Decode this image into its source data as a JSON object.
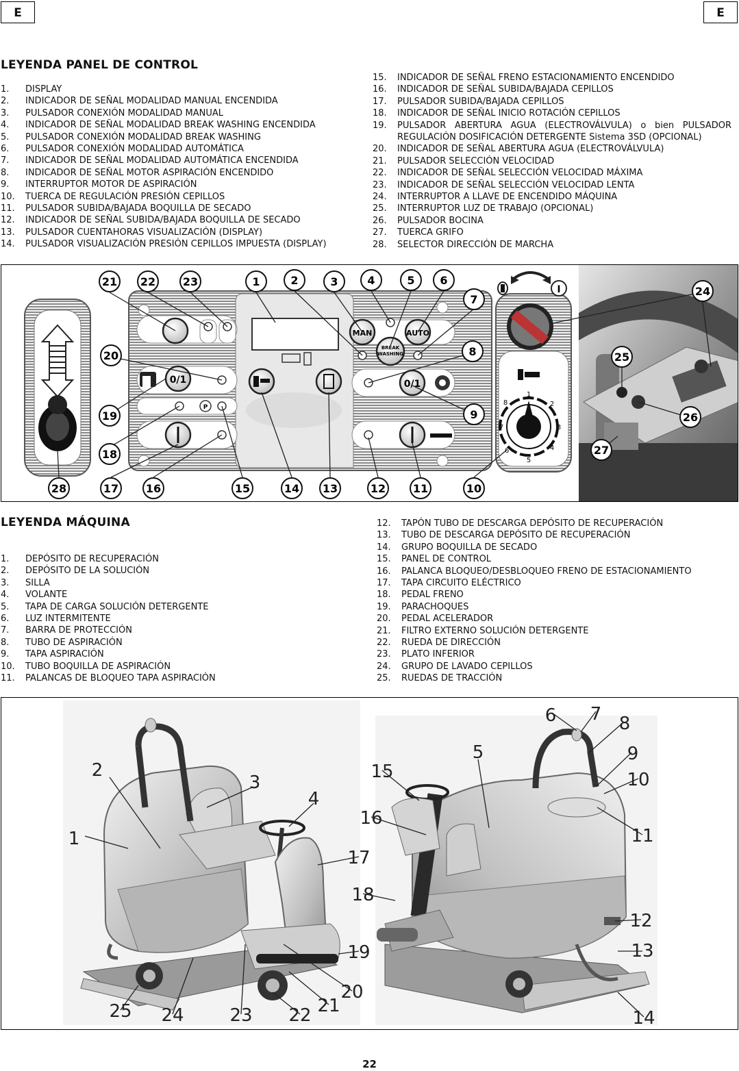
{
  "header": {
    "lang_left": "E",
    "lang_right": "E"
  },
  "control_panel": {
    "title": "LEYENDA PANEL DE CONTROL",
    "left_items": [
      {
        "n": "1.",
        "t": "DISPLAY"
      },
      {
        "n": "2.",
        "t": "INDICADOR DE SEÑAL MODALIDAD MANUAL ENCENDIDA"
      },
      {
        "n": "3.",
        "t": "PULSADOR CONEXIÓN MODALIDAD MANUAL"
      },
      {
        "n": "4.",
        "t": "INDICADOR DE SEÑAL MODALIDAD BREAK WASHING ENCENDIDA"
      },
      {
        "n": "5.",
        "t": "PULSADOR CONEXIÓN MODALIDAD BREAK WASHING"
      },
      {
        "n": "6.",
        "t": "PULSADOR CONEXIÓN MODALIDAD AUTOMÁTICA"
      },
      {
        "n": "7.",
        "t": "INDICADOR DE SEÑAL MODALIDAD AUTOMÁTICA ENCENDIDA"
      },
      {
        "n": "8.",
        "t": "INDICADOR DE SEÑAL MOTOR ASPIRACIÓN ENCENDIDO"
      },
      {
        "n": "9.",
        "t": "INTERRUPTOR MOTOR DE ASPIRACIÓN"
      },
      {
        "n": "10.",
        "t": "TUERCA DE REGULACIÓN PRESIÓN CEPILLOS"
      },
      {
        "n": "11.",
        "t": "PULSADOR SUBIDA/BAJADA BOQUILLA DE SECADO"
      },
      {
        "n": "12.",
        "t": "INDICADOR DE SEÑAL SUBIDA/BAJADA BOQUILLA DE SECADO"
      },
      {
        "n": "13.",
        "t": "PULSADOR CUENTAHORAS VISUALIZACIÓN (DISPLAY)"
      },
      {
        "n": "14.",
        "t": "PULSADOR VISUALIZACIÓN PRESIÓN CEPILLOS IMPUESTA (DISPLAY)"
      }
    ],
    "right_items": [
      {
        "n": "15.",
        "t": "INDICADOR DE SEÑAL FRENO ESTACIONAMIENTO ENCENDIDO"
      },
      {
        "n": "16.",
        "t": "INDICADOR DE SEÑAL SUBIDA/BAJADA CEPILLOS"
      },
      {
        "n": "17.",
        "t": "PULSADOR SUBIDA/BAJADA CEPILLOS"
      },
      {
        "n": "18.",
        "t": "INDICADOR DE SEÑAL INICIO ROTACIÓN CEPILLOS"
      },
      {
        "n": "19.",
        "t": "PULSADOR ABERTURA AGUA (ELECTROVÁLVULA) o bien PULSADOR REGULACIÓN DOSIFICACIÓN DETERGENTE Sistema 3SD (OPCIONAL)"
      },
      {
        "n": "20.",
        "t": "INDICADOR DE SEÑAL ABERTURA AGUA (ELECTROVÁLVULA)"
      },
      {
        "n": "21.",
        "t": "PULSADOR SELECCIÓN VELOCIDAD"
      },
      {
        "n": "22.",
        "t": "INDICADOR DE SEÑAL SELECCIÓN VELOCIDAD MÁXIMA"
      },
      {
        "n": "23.",
        "t": "INDICADOR DE SEÑAL SELECCIÓN VELOCIDAD LENTA"
      },
      {
        "n": "24.",
        "t": "INTERRUPTOR A LLAVE DE ENCENDIDO MÁQUINA"
      },
      {
        "n": "25.",
        "t": "INTERRUPTOR LUZ DE TRABAJO (OPCIONAL)"
      },
      {
        "n": "26.",
        "t": "PULSADOR BOCINA"
      },
      {
        "n": "27.",
        "t": "TUERCA GRIFO"
      },
      {
        "n": "28.",
        "t": "SELECTOR DIRECCIÓN DE MARCHA"
      }
    ],
    "panel_labels": {
      "man": "MAN",
      "break": "BREAK",
      "washing": "WASHING",
      "auto": "AUTO",
      "zero_one": "0/1",
      "key_off": "0",
      "key_on": "I",
      "dial": [
        "1",
        "2",
        "3",
        "4",
        "5",
        "6",
        "7",
        "8"
      ]
    }
  },
  "machine": {
    "title": "LEYENDA MÁQUINA",
    "left_items": [
      {
        "n": "1.",
        "t": "DEPÓSITO DE RECUPERACIÓN"
      },
      {
        "n": "2.",
        "t": "DEPÓSITO DE LA SOLUCIÓN"
      },
      {
        "n": "3.",
        "t": "SILLA"
      },
      {
        "n": "4.",
        "t": "VOLANTE"
      },
      {
        "n": "5.",
        "t": "TAPA DE CARGA SOLUCIÓN DETERGENTE"
      },
      {
        "n": "6.",
        "t": "LUZ INTERMITENTE"
      },
      {
        "n": "7.",
        "t": "BARRA DE PROTECCIÓN"
      },
      {
        "n": "8.",
        "t": "TUBO DE ASPIRACIÓN"
      },
      {
        "n": "9.",
        "t": "TAPA ASPIRACIÓN"
      },
      {
        "n": "10.",
        "t": "TUBO BOQUILLA DE ASPIRACIÓN"
      },
      {
        "n": "11.",
        "t": "PALANCAS DE BLOQUEO TAPA ASPIRACIÓN"
      }
    ],
    "right_items": [
      {
        "n": "12.",
        "t": "TAPÓN TUBO DE DESCARGA DEPÓSITO DE RECUPERACIÓN"
      },
      {
        "n": "13.",
        "t": "TUBO DE DESCARGA DEPÓSITO DE RECUPERACIÓN"
      },
      {
        "n": "14.",
        "t": "GRUPO BOQUILLA DE SECADO"
      },
      {
        "n": "15.",
        "t": "PANEL DE CONTROL"
      },
      {
        "n": "16.",
        "t": "PALANCA BLOQUEO/DESBLOQUEO FRENO DE ESTACIONAMIENTO"
      },
      {
        "n": "17.",
        "t": "TAPA CIRCUITO ELÉCTRICO"
      },
      {
        "n": "18.",
        "t": "PEDAL FRENO"
      },
      {
        "n": "19.",
        "t": "PARACHOQUES"
      },
      {
        "n": "20.",
        "t": "PEDAL ACELERADOR"
      },
      {
        "n": "21.",
        "t": "FILTRO EXTERNO SOLUCIÓN DETERGENTE"
      },
      {
        "n": "22.",
        "t": "RUEDA DE DIRECCIÓN"
      },
      {
        "n": "23.",
        "t": "PLATO INFERIOR"
      },
      {
        "n": "24.",
        "t": "GRUPO DE LAVADO CEPILLOS"
      },
      {
        "n": "25.",
        "t": "RUEDAS DE TRACCIÓN"
      }
    ]
  },
  "panel_callouts": [
    "1",
    "2",
    "3",
    "4",
    "5",
    "6",
    "7",
    "8",
    "9",
    "10",
    "11",
    "12",
    "13",
    "14",
    "15",
    "16",
    "17",
    "18",
    "19",
    "20",
    "21",
    "22",
    "23",
    "24",
    "25",
    "26",
    "27",
    "28"
  ],
  "machine_callouts": [
    "1",
    "2",
    "3",
    "4",
    "5",
    "6",
    "7",
    "8",
    "9",
    "10",
    "11",
    "12",
    "13",
    "14",
    "15",
    "16",
    "17",
    "18",
    "19",
    "20",
    "21",
    "22",
    "23",
    "24",
    "25"
  ],
  "footer": {
    "page_number": "22"
  }
}
